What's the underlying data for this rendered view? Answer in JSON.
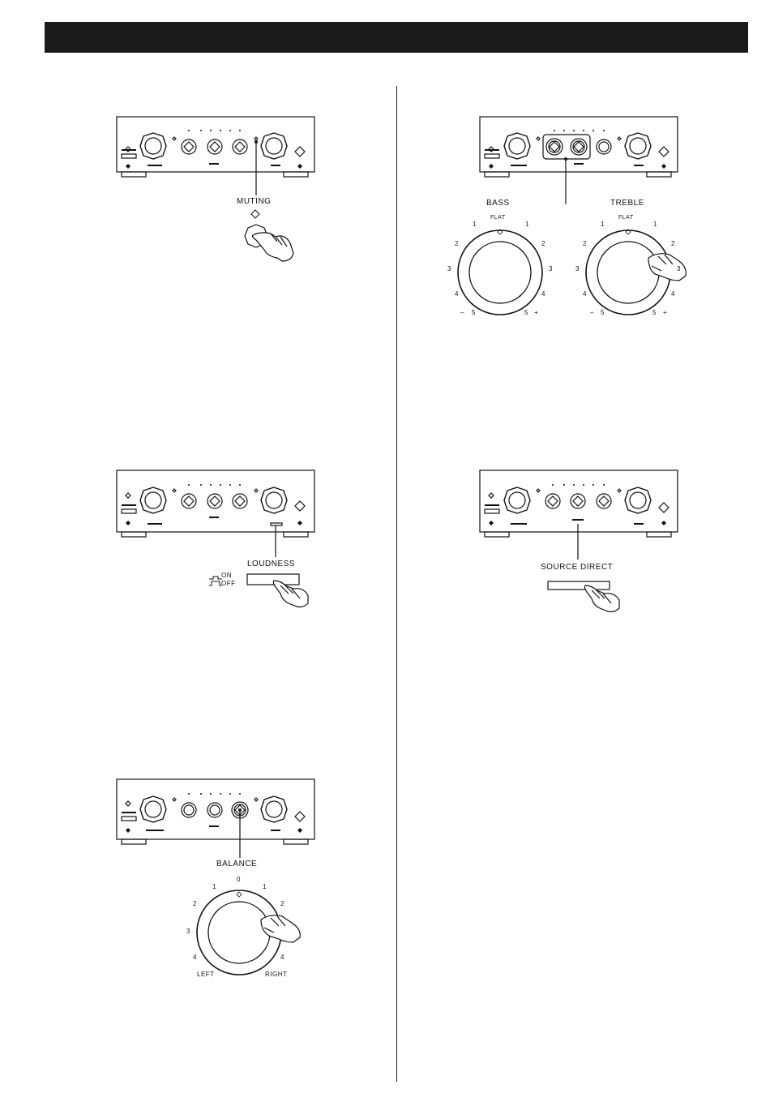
{
  "muting": {
    "label": "MUTING"
  },
  "tone": {
    "bass_label": "BASS",
    "treble_label": "TREBLE",
    "center_label": "FLAT",
    "scale": [
      "1",
      "2",
      "3",
      "4",
      "5"
    ],
    "minus": "–",
    "plus": "+"
  },
  "loudness": {
    "label": "LOUDNESS",
    "on_label": "ON",
    "off_label": "OFF"
  },
  "source_direct": {
    "label": "SOURCE DIRECT"
  },
  "balance": {
    "label": "BALANCE",
    "center_label": "0",
    "scale": [
      "1",
      "2",
      "3",
      "4"
    ],
    "left_label": "LEFT",
    "right_label": "RIGHT"
  }
}
